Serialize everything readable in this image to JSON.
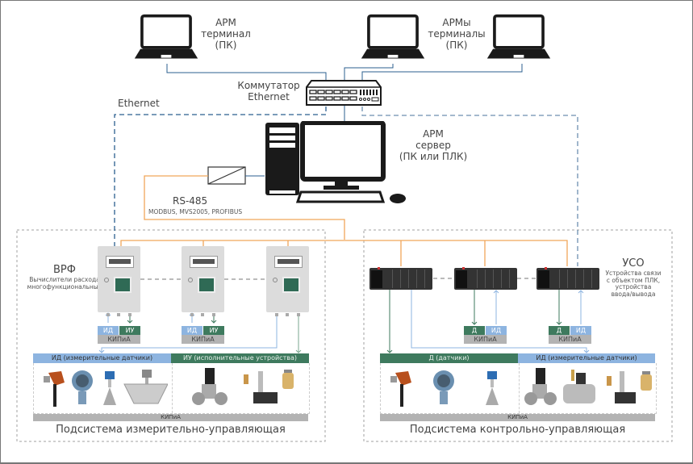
{
  "colors": {
    "ethernet": "#2b5f8f",
    "rs485": "#f0a65a",
    "blue_chip": "#8db4e0",
    "green_chip": "#3e7a5e",
    "gray_chip": "#b3b3b3",
    "subsystem_border": "#9a9a9a"
  },
  "labels": {
    "arm_terminal": [
      "АРМ",
      "терминал",
      "(ПК)"
    ],
    "arm_terminals": [
      "АРМы",
      "терминалы",
      "(ПК)"
    ],
    "switch": [
      "Коммутатор",
      "Ethernet"
    ],
    "ethernet": "Ethernet",
    "arm_server": [
      "АРМ",
      "сервер",
      "(ПК или ПЛК)"
    ],
    "rs485_title": "RS-485",
    "rs485_protocols": "MODBUS, MVS2005, PROFIBUS",
    "vrf_title": "ВРФ",
    "vrf_desc": [
      "Вычислители расхода",
      "многофункциональные"
    ],
    "uso_title": "УСО",
    "uso_desc": [
      "Устройства связи",
      "с объектом ПЛК,",
      "устройства",
      "ввода/вывода"
    ]
  },
  "left_subsystem": {
    "title": "Подсистема измерительно-управляющая",
    "chips": [
      {
        "a": "ИД",
        "b": "ИУ",
        "base": "КИПиА"
      },
      {
        "a": "ИД",
        "b": "ИУ",
        "base": "КИПиА"
      }
    ],
    "bar_left": "ИД (измерительные датчики)",
    "bar_right": "ИУ (исполнительные устройства)",
    "base": "КИПиА",
    "devices_left": [
      "thermocouple-icon",
      "pressure-transmitter-icon",
      "radar-level-icon",
      "coriolis-flowmeter-icon"
    ],
    "devices_right": [
      "valve-actuator-icon",
      "small-fitting-icon",
      "solenoid-valve-icon",
      "pressure-switch-icon"
    ]
  },
  "right_subsystem": {
    "title": "Подсистема контрольно-управляющая",
    "chips": [
      {
        "a": "Д",
        "b": "ИД",
        "base": "КИПиА"
      },
      {
        "a": "Д",
        "b": "ИД",
        "base": "КИПиА"
      }
    ],
    "bar_left": "Д (датчики)",
    "bar_right": "ИД (измерительные датчики)",
    "base": "КИПиА",
    "devices_left": [
      "thermocouple-icon",
      "pressure-transmitter-icon",
      "radar-level-icon"
    ],
    "devices_right": [
      "valve-actuator-icon",
      "gas-valve-icon",
      "small-fitting-icon",
      "solenoid-valve-icon",
      "pressure-switch-icon"
    ]
  }
}
